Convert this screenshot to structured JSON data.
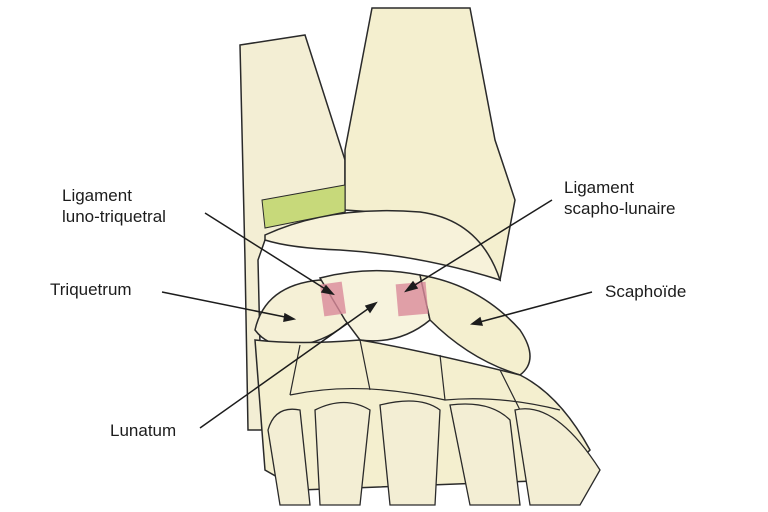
{
  "figure": {
    "subject": "wrist anatomy - dorsal view of carpal bones and ligaments",
    "labels": {
      "lt_ligament_line1": "Ligament",
      "lt_ligament_line2": "luno-triquetral",
      "sl_ligament_line1": "Ligament",
      "sl_ligament_line2": "scapho-lunaire",
      "triquetrum": "Triquetrum",
      "scaphoid": "Scaphoïde",
      "lunatum": "Lunatum"
    },
    "colors": {
      "bone": "#f4efcf",
      "bone_shade": "#e8dfae",
      "outline": "#2a2a2a",
      "ligament": "#d98a9a",
      "tfcc": "#c7d97a",
      "background": "#ffffff"
    }
  }
}
